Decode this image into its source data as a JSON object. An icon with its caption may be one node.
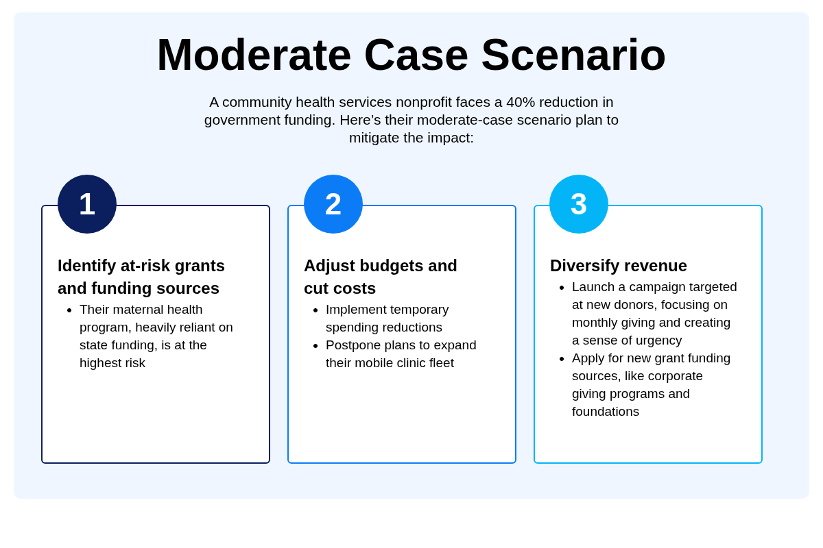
{
  "diagram": {
    "title": "Moderate Case Scenario",
    "nodes": [
      {
        "text": [
          "1"
        ]
      },
      {
        "text": [
          "Identify at-risk grants and funding sources",
          "Their maternal health program, heavily reliant on state funding, is at the highest risk"
        ]
      },
      {
        "text": [
          "2"
        ]
      },
      {
        "text": [
          "Adjust budgets and cut costs",
          "Implement temporary spending reductions",
          "Postpone plans to expand their mobile clinic fleet"
        ]
      },
      {
        "text": [
          "3"
        ]
      },
      {
        "text": [
          "Diversify revenue",
          "Launch a campaign targeted at new donors, focusing on monthly giving and creating a sense of urgency",
          "Apply for new grant funding sources, like corporate giving programs and foundations"
        ]
      }
    ],
    "labels": [
      "A community health services nonprofit faces a 40% reduction in government funding. Here’s their moderate-case scenario plan to mitigate the impact:"
    ]
  }
}
